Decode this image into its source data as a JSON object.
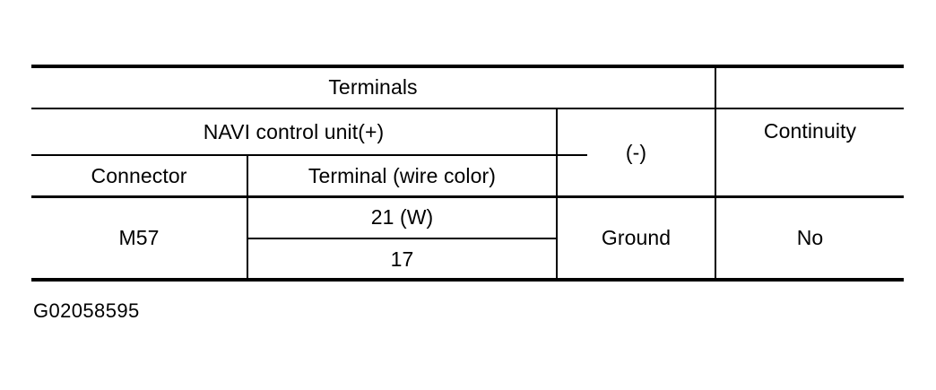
{
  "figure": {
    "caption": "G02058595"
  },
  "table": {
    "headers": {
      "terminals": "Terminals",
      "navi_control_unit": "NAVI control unit(+)",
      "connector": "Connector",
      "terminal_wire_color": "Terminal (wire color)",
      "negative": "(-)",
      "continuity": "Continuity"
    },
    "rows": [
      {
        "connector": "M57",
        "terminals": [
          "21 (W)",
          "17"
        ],
        "negative": "Ground",
        "continuity": "No"
      }
    ]
  },
  "colors": {
    "background": "#ffffff",
    "rule": "#000000",
    "text": "#000000"
  }
}
